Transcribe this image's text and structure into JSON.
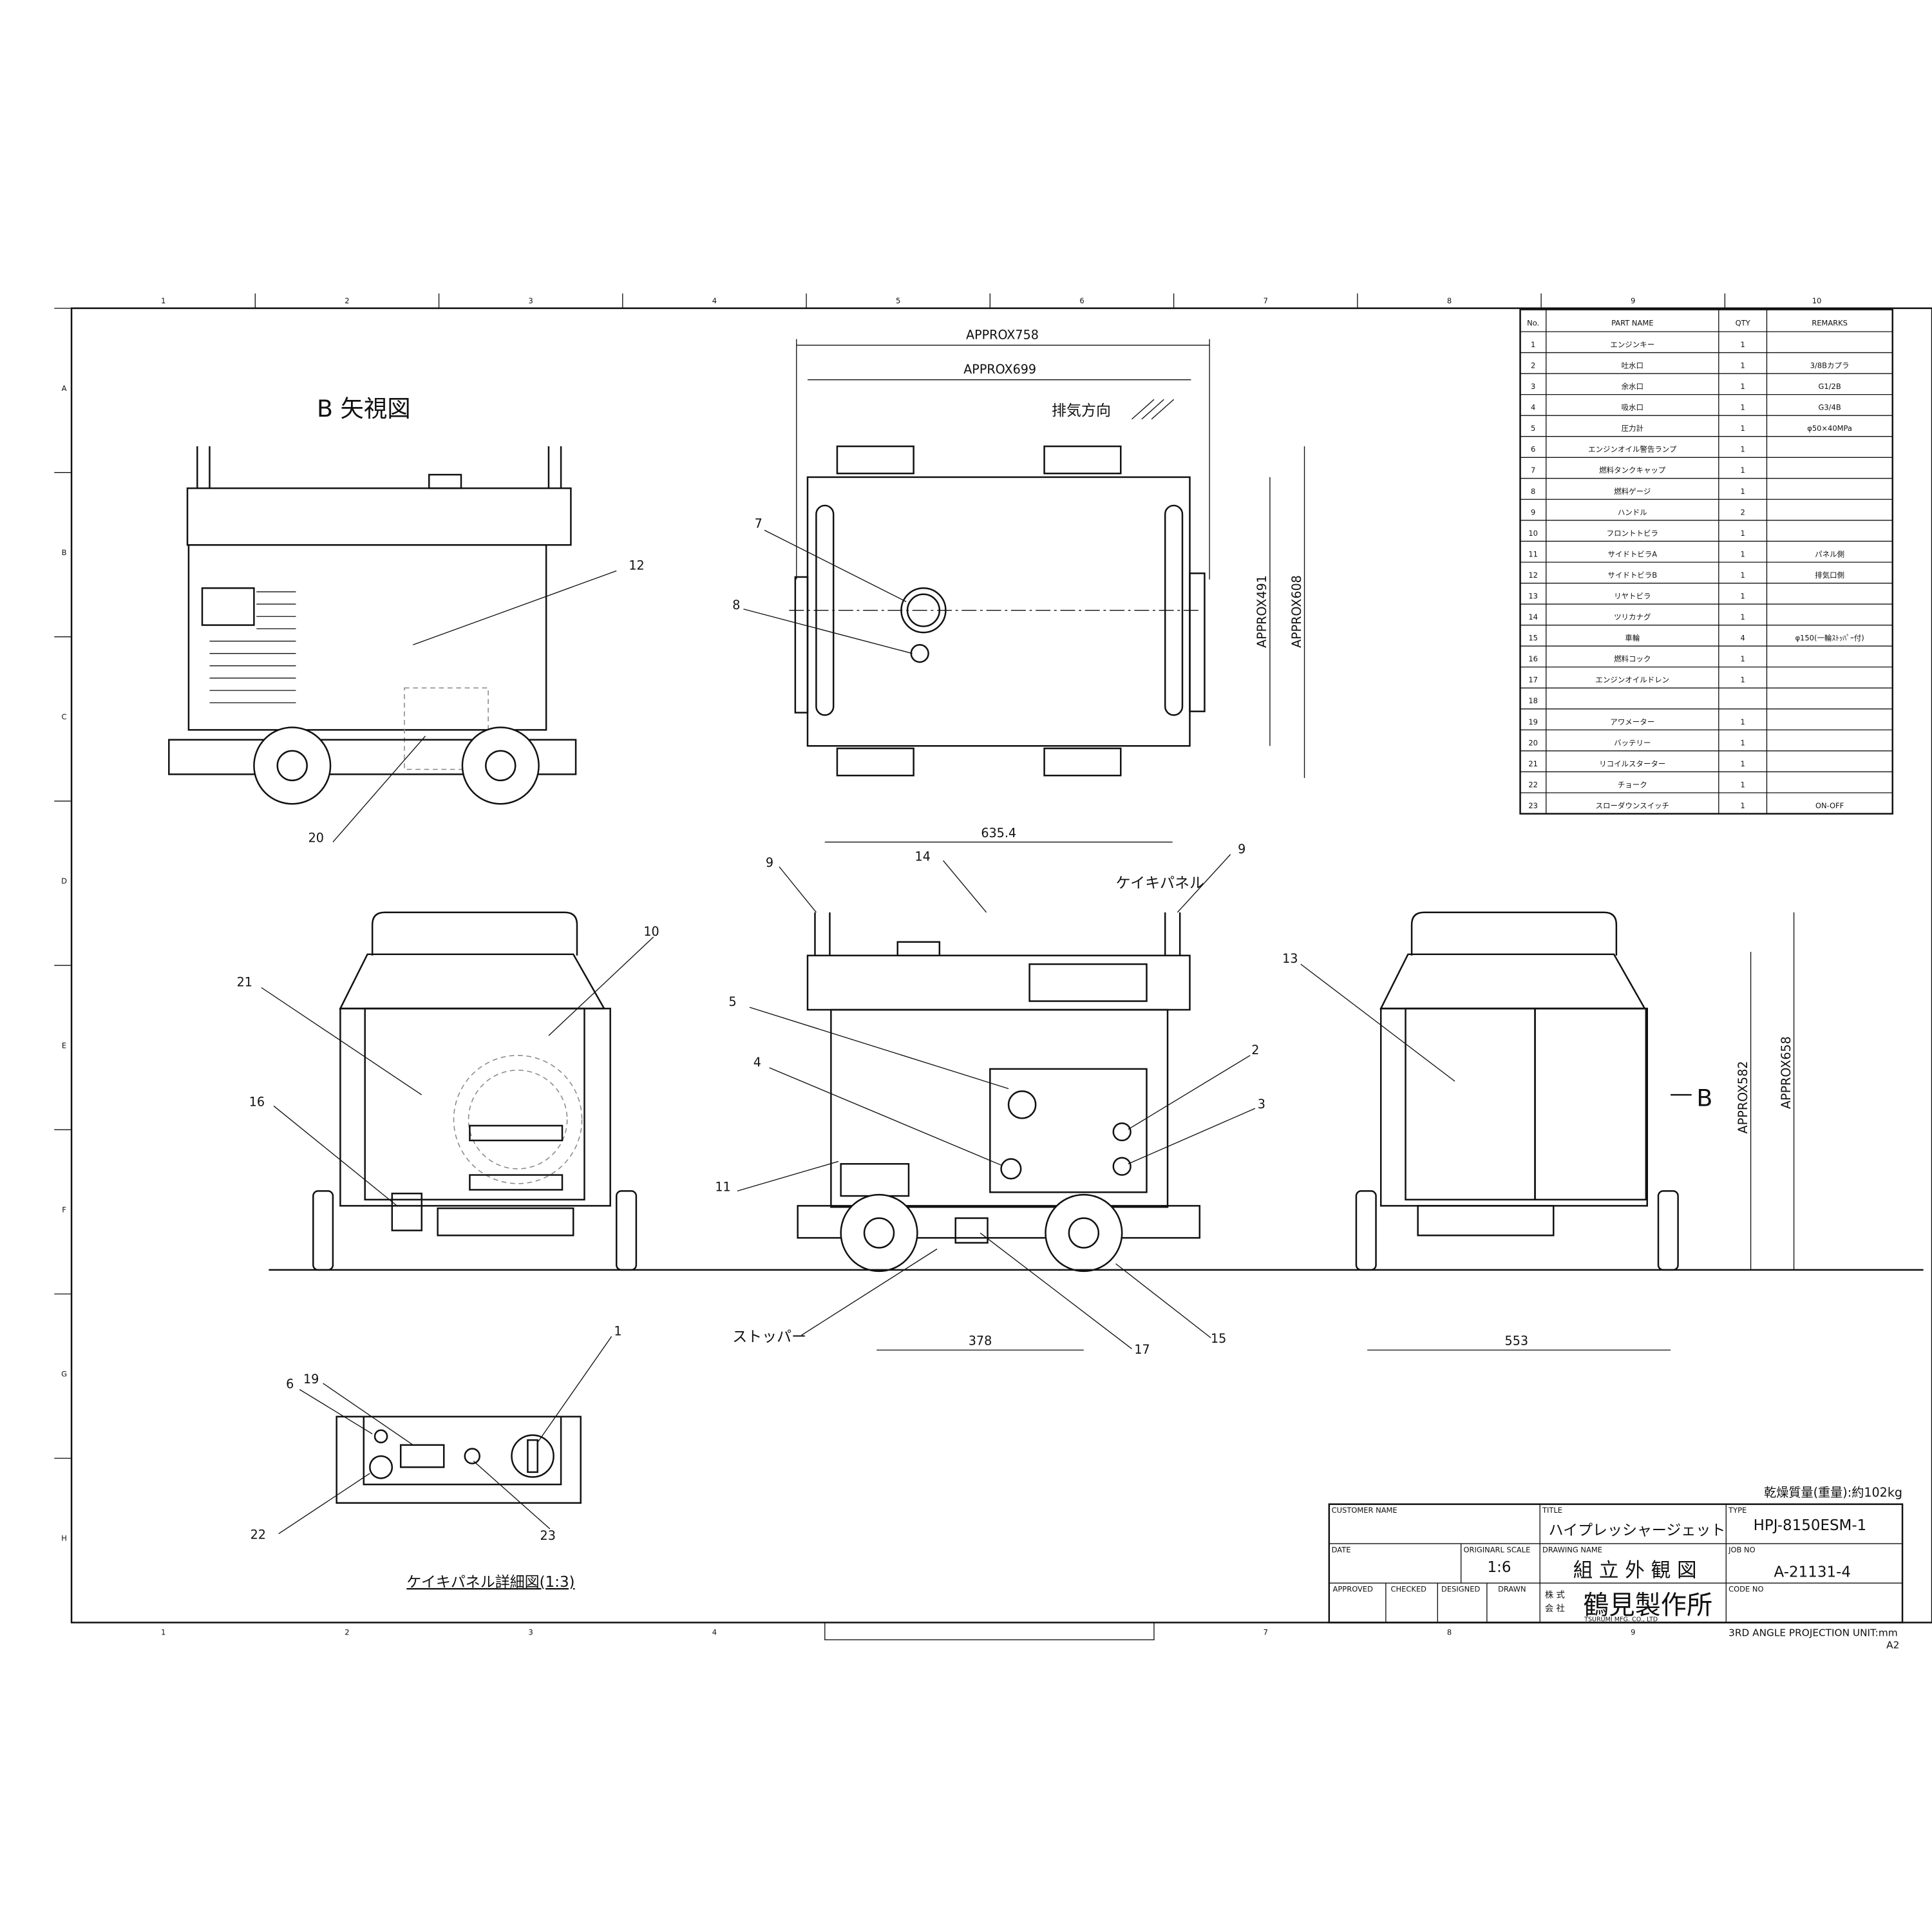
{
  "frame": {
    "columns": [
      "1",
      "2",
      "3",
      "4",
      "5",
      "6",
      "7",
      "8",
      "9",
      "10"
    ],
    "rows": [
      "A",
      "B",
      "C",
      "D",
      "E",
      "F",
      "G",
      "H"
    ],
    "bottom_columns": [
      "1",
      "2",
      "3",
      "4",
      "7",
      "8",
      "9"
    ]
  },
  "views": {
    "b_view_title": "B 矢視図",
    "panel_detail_title": "ケイキパネル詳細図(1:3)",
    "panel_label": "ケイキパネル",
    "stopper_label": "ストッパー",
    "exhaust_label": "排気方向",
    "arrow_b": "B"
  },
  "dimensions": {
    "approx758": "APPROX758",
    "approx699": "APPROX699",
    "approx491": "APPROX491",
    "approx608": "APPROX608",
    "d635": "635.4",
    "d378": "378",
    "d553": "553",
    "approx582": "APPROX582",
    "approx658": "APPROX658"
  },
  "callouts": {
    "c1": "1",
    "c2": "2",
    "c3": "3",
    "c4": "4",
    "c5": "5",
    "c6": "6",
    "c7": "7",
    "c8": "8",
    "c9": "9",
    "c10": "10",
    "c11": "11",
    "c12": "12",
    "c13": "13",
    "c14": "14",
    "c15": "15",
    "c16": "16",
    "c17": "17",
    "c19": "19",
    "c20": "20",
    "c21": "21",
    "c22": "22",
    "c23": "23"
  },
  "parts_table": {
    "headers": [
      "No.",
      "PART NAME",
      "QTY",
      "REMARKS"
    ],
    "rows": [
      [
        "1",
        "エンジンキー",
        "1",
        ""
      ],
      [
        "2",
        "吐水口",
        "1",
        "3/8Bカプラ"
      ],
      [
        "3",
        "余水口",
        "1",
        "G1/2B"
      ],
      [
        "4",
        "吸水口",
        "1",
        "G3/4B"
      ],
      [
        "5",
        "圧力計",
        "1",
        "φ50×40MPa"
      ],
      [
        "6",
        "エンジンオイル警告ランプ",
        "1",
        ""
      ],
      [
        "7",
        "燃料タンクキャップ",
        "1",
        ""
      ],
      [
        "8",
        "燃料ゲージ",
        "1",
        ""
      ],
      [
        "9",
        "ハンドル",
        "2",
        ""
      ],
      [
        "10",
        "フロントトビラ",
        "1",
        ""
      ],
      [
        "11",
        "サイドトビラA",
        "1",
        "パネル側"
      ],
      [
        "12",
        "サイドトビラB",
        "1",
        "排気口側"
      ],
      [
        "13",
        "リヤトビラ",
        "1",
        ""
      ],
      [
        "14",
        "ツリカナグ",
        "1",
        ""
      ],
      [
        "15",
        "車輪",
        "4",
        "φ150(一輪ｽﾄｯﾊﾟｰ付)"
      ],
      [
        "16",
        "燃料コック",
        "1",
        ""
      ],
      [
        "17",
        "エンジンオイルドレン",
        "1",
        ""
      ],
      [
        "18",
        "",
        "",
        ""
      ],
      [
        "19",
        "アワメーター",
        "1",
        ""
      ],
      [
        "20",
        "バッテリー",
        "1",
        ""
      ],
      [
        "21",
        "リコイルスターター",
        "1",
        ""
      ],
      [
        "22",
        "チョーク",
        "1",
        ""
      ],
      [
        "23",
        "スローダウンスイッチ",
        "1",
        "ON-OFF"
      ]
    ]
  },
  "title_block": {
    "weight": "乾燥質量(重量):約102kg",
    "customer_name_label": "CUSTOMER NAME",
    "customer_name": "",
    "title_label": "TITLE",
    "title": "ハイプレッシャージェット",
    "type_label": "TYPE",
    "type": "HPJ-8150ESM-1",
    "date_label": "DATE",
    "scale_label": "ORIGINARL SCALE",
    "scale": "1:6",
    "drawing_name_label": "DRAWING NAME",
    "drawing_name": "組 立 外 観 図",
    "job_no_label": "JOB NO",
    "job_no": "A-21131-4",
    "approved_label": "APPROVED",
    "checked_label": "CHECKED",
    "designed_label": "DESIGNED",
    "drawn_label": "DRAWN",
    "company_prefix_1": "株 式",
    "company_prefix_2": "会 社",
    "company": "鶴見製作所",
    "company_en": "TSURUMI MFG. CO., LTD",
    "code_no_label": "CODE NO",
    "projection": "3RD ANGLE PROJECTION  UNIT:mm",
    "sheet_size": "A2"
  }
}
